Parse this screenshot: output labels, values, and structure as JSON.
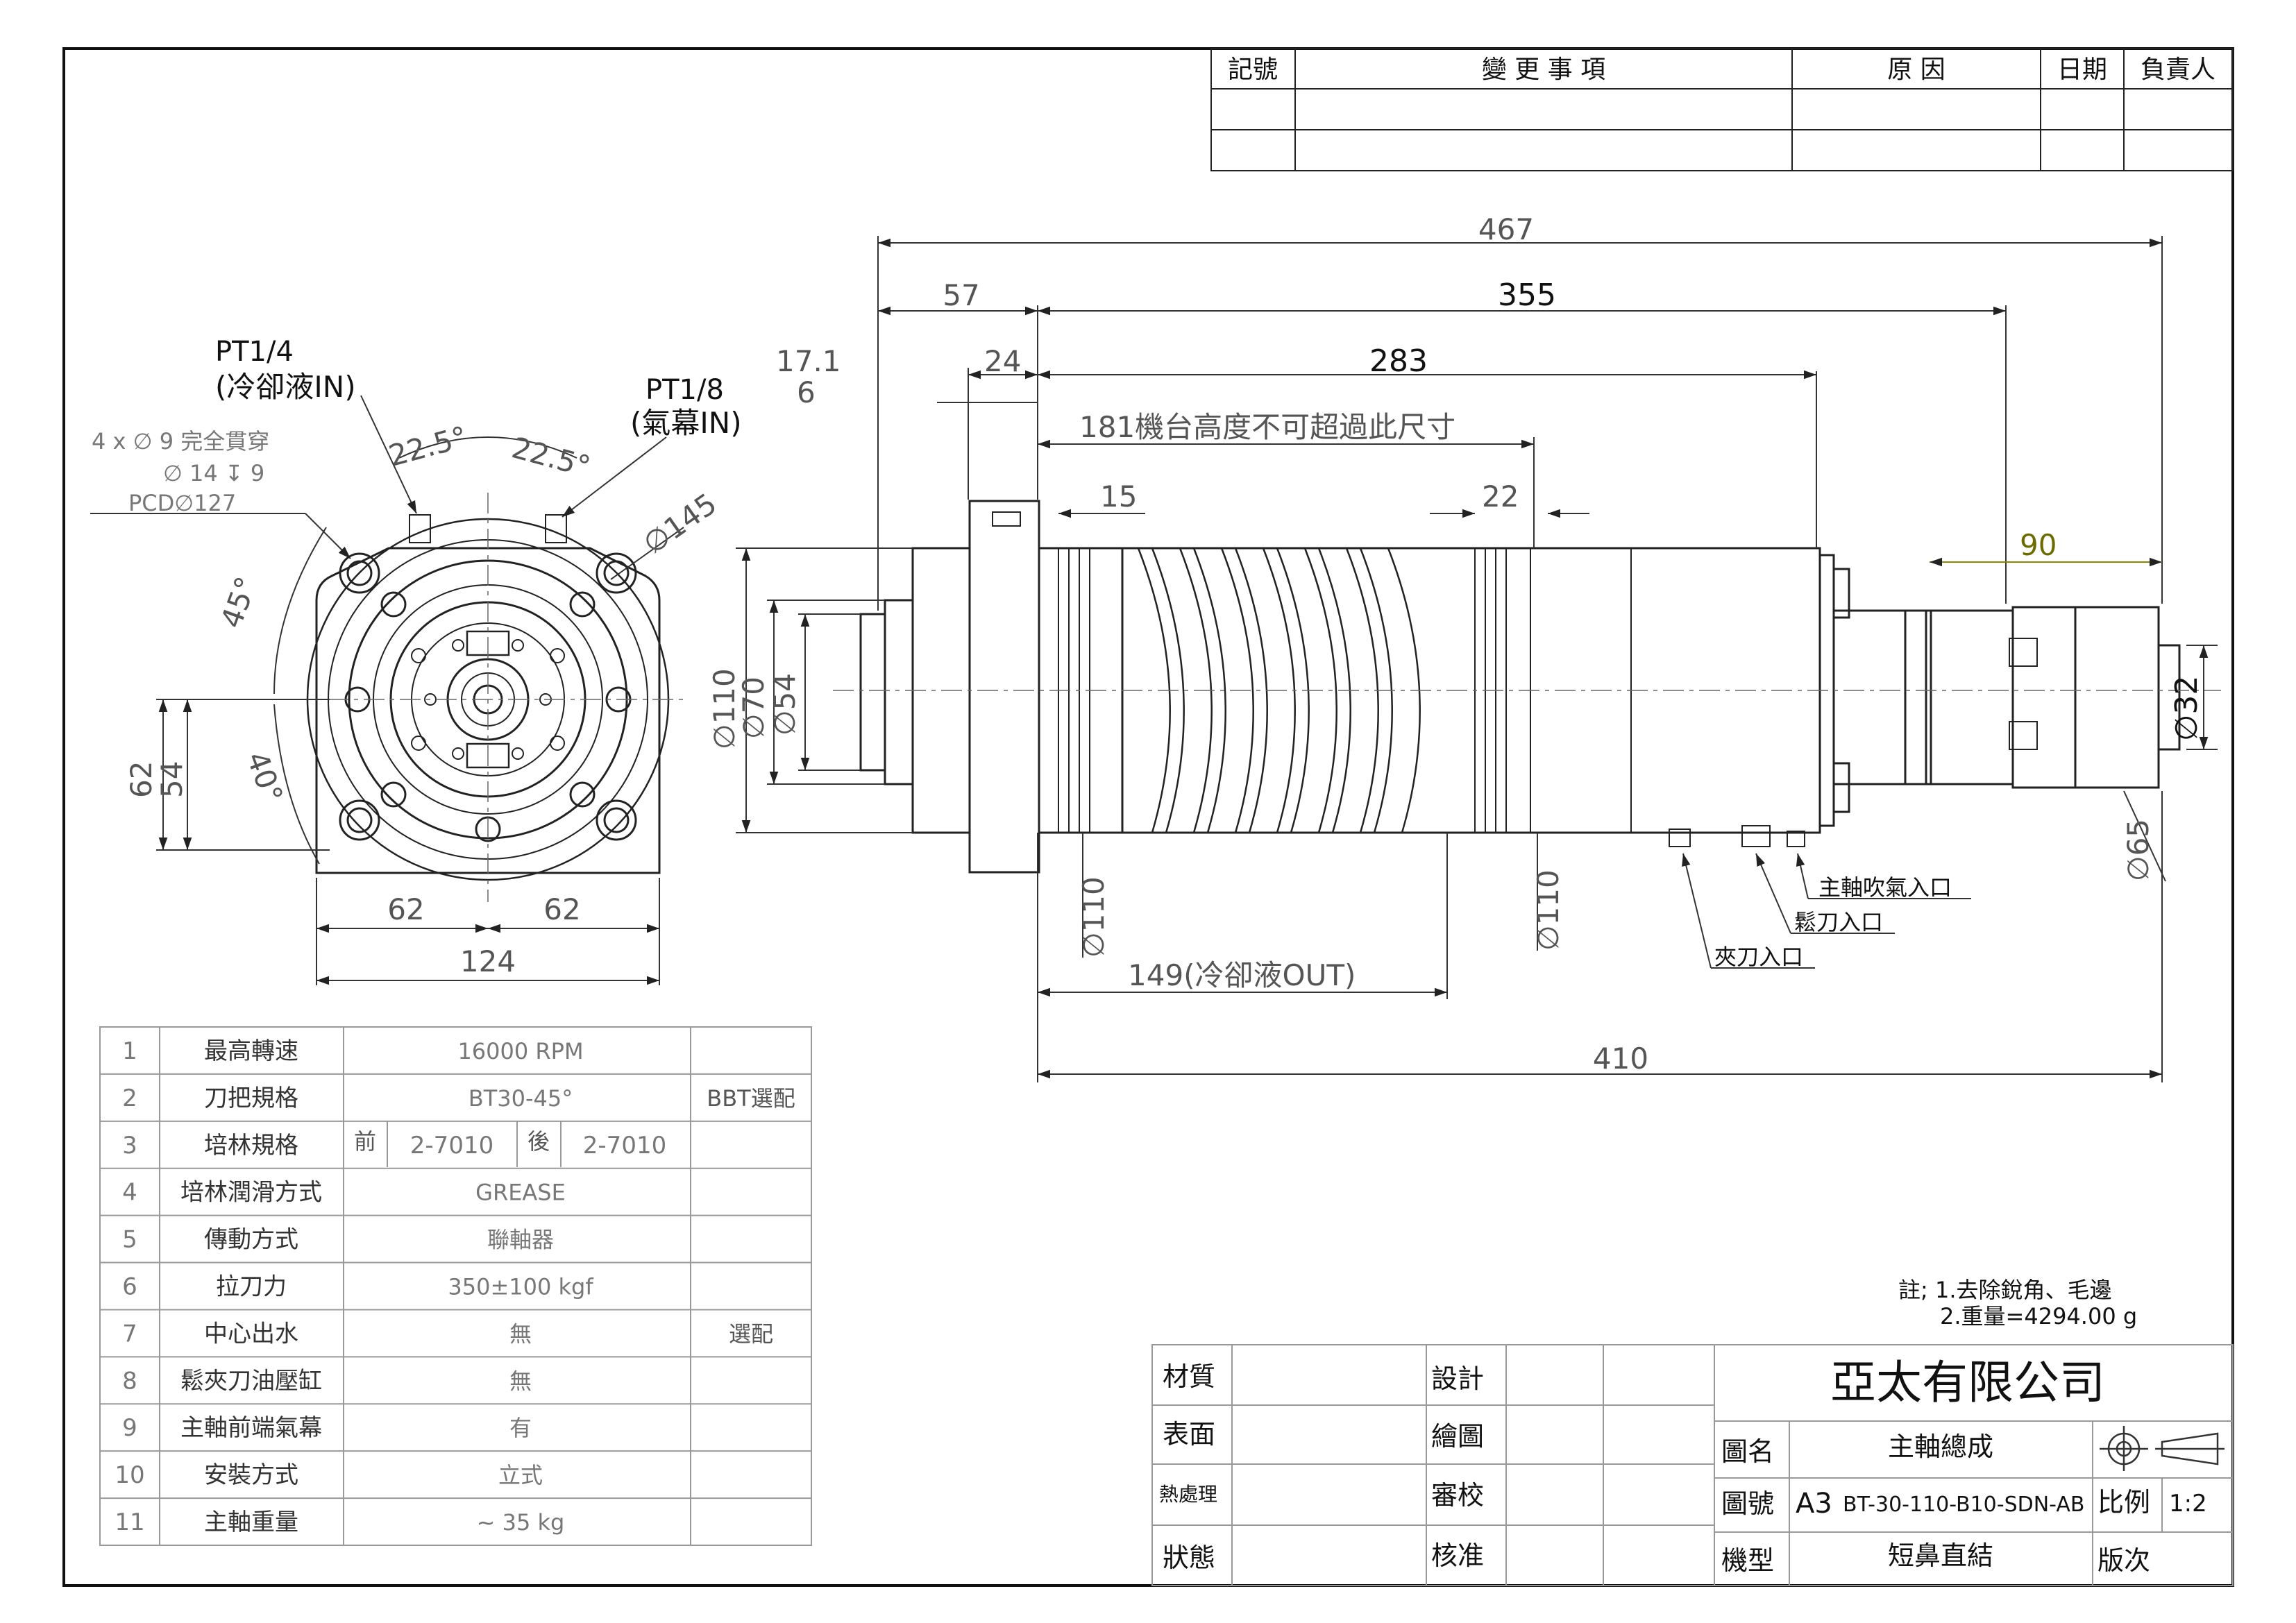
{
  "revision_table": {
    "headers": [
      "記號",
      "變 更 事 項",
      "原 因",
      "日期",
      "負責人"
    ]
  },
  "front_view": {
    "port_pt14": "PT1/4",
    "port_pt14_note": "(冷卻液IN)",
    "port_pt18": "PT1/8",
    "port_pt18_note": "(氣幕IN)",
    "holes_line1": "4 x ∅ 9 完全貫穿",
    "holes_line2": "∅ 14 ↧ 9",
    "pcd": "PCD∅127",
    "angle_a": "22.5°",
    "angle_b": "22.5°",
    "angle_45": "45°",
    "angle_40": "40°",
    "dia_145": "∅145",
    "dim_62_v": "62",
    "dim_54_v": "54",
    "dim_62_left": "62",
    "dim_62_right": "62",
    "dim_124": "124"
  },
  "side_view": {
    "dim_467": "467",
    "dim_57": "57",
    "dim_355": "355",
    "dim_17_1": "17.1",
    "dim_24": "24",
    "dim_6": "6",
    "dim_283": "283",
    "note_181": "181機台高度不可超過此尺寸",
    "dim_15": "15",
    "dim_22": "22",
    "dim_90": "90",
    "dia_110_a": "∅110",
    "dia_70": "∅70",
    "dia_54": "∅54",
    "dia_110_b": "∅110",
    "dia_110_c": "∅110",
    "dia_32": "∅32",
    "dia_65": "∅65",
    "dim_149": "149(冷卻液OUT)",
    "dim_410": "410",
    "port_air_blow": "主軸吹氣入口",
    "port_release": "鬆刀入口",
    "port_clamp": "夾刀入口"
  },
  "spec_table": {
    "rows": [
      {
        "no": "1",
        "item": "最高轉速",
        "value": "16000   RPM",
        "note": ""
      },
      {
        "no": "2",
        "item": "刀把規格",
        "value": "BT30-45°",
        "note": "BBT選配"
      },
      {
        "no": "3",
        "item": "培林規格",
        "front_label": "前",
        "front_value": "2-7010",
        "rear_label": "後",
        "rear_value": "2-7010",
        "note": ""
      },
      {
        "no": "4",
        "item": "培林潤滑方式",
        "value": "GREASE",
        "note": ""
      },
      {
        "no": "5",
        "item": "傳動方式",
        "value": "聯軸器",
        "note": ""
      },
      {
        "no": "6",
        "item": "拉刀力",
        "value": "350±100 kgf",
        "note": ""
      },
      {
        "no": "7",
        "item": "中心出水",
        "value": "無",
        "note": "選配"
      },
      {
        "no": "8",
        "item": "鬆夾刀油壓缸",
        "value": "無",
        "note": ""
      },
      {
        "no": "9",
        "item": "主軸前端氣幕",
        "value": "有",
        "note": ""
      },
      {
        "no": "10",
        "item": "安裝方式",
        "value": "立式",
        "note": ""
      },
      {
        "no": "11",
        "item": "主軸重量",
        "value": "~ 35 kg",
        "note": ""
      }
    ]
  },
  "notes": {
    "line1": "註; 1.去除銳角、毛邊",
    "line2": "2.重量=4294.00 g"
  },
  "title_block": {
    "material": "材質",
    "surface": "表面",
    "heat": "熱處理",
    "state": "狀態",
    "design": "設計",
    "draw": "繪圖",
    "check": "審校",
    "approve": "核准",
    "company": "亞太有限公司",
    "name_label": "圖名",
    "name_value": "主軸總成",
    "number_label": "圖號",
    "sheet": "A3",
    "number_value": "BT-30-110-B10-SDN-AB",
    "scale_label": "比例",
    "scale_value": "1:2",
    "model_label": "機型",
    "model_value": "短鼻直結",
    "version_label": "版次"
  }
}
